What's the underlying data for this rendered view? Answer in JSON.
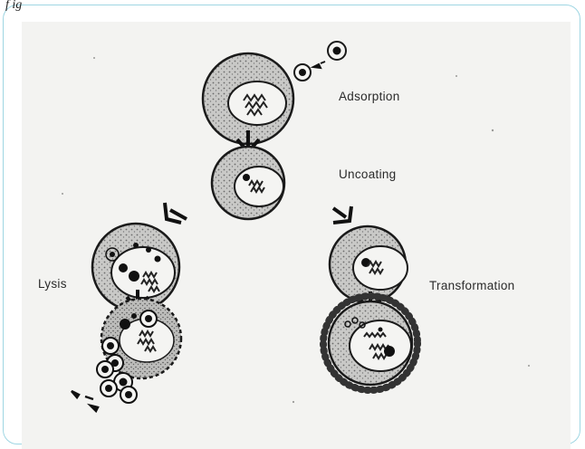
{
  "corner_text": "f ig",
  "stages": {
    "adsorption": "Adsorption",
    "uncoating": "Uncoating",
    "lysis": "Lysis",
    "transformation": "Transformation"
  }
}
